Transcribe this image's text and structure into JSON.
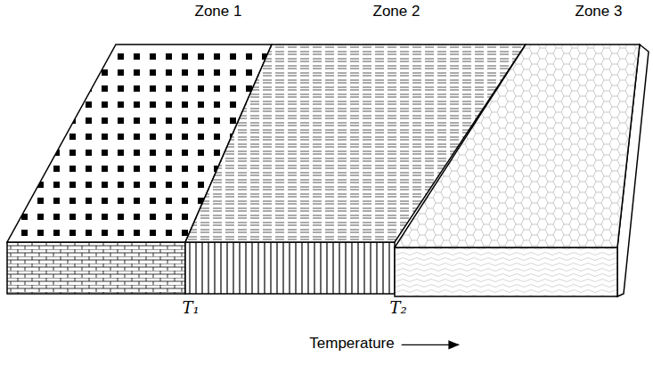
{
  "diagram": {
    "labels": [
      "Zone 1",
      "Zone 2",
      "Zone 3",
      "T₁",
      "T₂",
      "Temperature"
    ]
  }
}
